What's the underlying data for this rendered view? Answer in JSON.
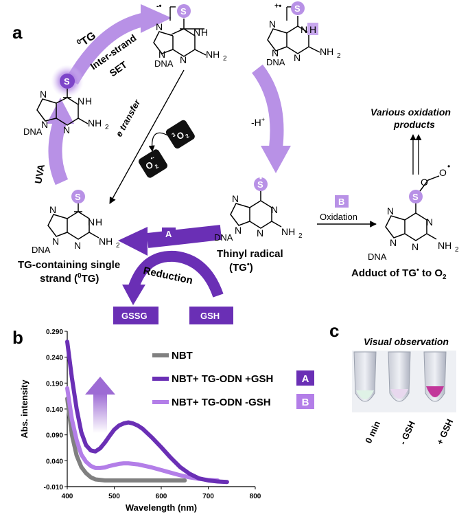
{
  "panel_a": {
    "letter": "a",
    "atom_s": "S",
    "atom_n": "N",
    "atom_h": "H",
    "nh2": "NH",
    "nh2_sub": "2",
    "dna": "DNA",
    "zero_tg": "TG",
    "zero_sup": "0",
    "inter_strand": "Inter-strand",
    "set": "SET",
    "uva": "UVA",
    "e_transfer": "e transfer",
    "o2_pre": "3",
    "o2": "O",
    "o2_sub": "2",
    "superoxide": "O",
    "superoxide_sub": "2",
    "superoxide_sup": "•-",
    "minus_h": "-H",
    "minus_h_sup": "+",
    "radical_anion_charge": "-•",
    "radical_cation_charge": "+•",
    "tg_single_line1": "TG-containing single",
    "tg_single_line2a": "strand (",
    "tg_single_sup": "0",
    "tg_single_line2b": "TG)",
    "thinyl_line1": "Thinyl radical",
    "thinyl_line2": "(TG",
    "thinyl_dot": "•",
    "thinyl_close": ")",
    "oxidation": "Oxidation",
    "various_line1": "Various oxidation",
    "various_line2": "products",
    "adduct_text": "Adduct of TG",
    "adduct_dot": "•",
    "adduct_to": " to O",
    "adduct_sub": "2",
    "oo_o": "O",
    "oo_dot": "•",
    "reduction": "Reduction",
    "gssg": "GSSG",
    "gsh": "GSH",
    "badge_a": "A",
    "badge_b": "B"
  },
  "panel_b": {
    "letter": "b",
    "legend": [
      {
        "text": "NBT",
        "badge": "",
        "color": "#808080"
      },
      {
        "text": "NBT+  TG-ODN +GSH",
        "badge": "A",
        "color": "#6a2fb5"
      },
      {
        "text": "NBT+  TG-ODN  -GSH",
        "badge": "B",
        "color": "#b37ee8"
      }
    ]
  },
  "panel_c": {
    "letter": "c",
    "title": "Visual observation",
    "labels": [
      "0 min",
      "- GSH",
      "+ GSH"
    ]
  },
  "colors": {
    "purple_dark": "#6a2fb5",
    "purple_mid": "#9d6bd4",
    "purple_light": "#b891e6",
    "nbt_gray": "#808080"
  },
  "chart_data": {
    "type": "line",
    "title": "",
    "xlabel": "Wavelength (nm)",
    "ylabel": "Abs. intensity",
    "xlim": [
      400,
      800
    ],
    "ylim": [
      -0.01,
      0.29
    ],
    "xticks": [
      400,
      500,
      600,
      700,
      800
    ],
    "yticks": [
      -0.01,
      0.04,
      0.09,
      0.14,
      0.19,
      0.24,
      0.29
    ],
    "ytick_labels": [
      "-0.010",
      "0.040",
      "0.090",
      "0.140",
      "0.190",
      "0.240",
      "0.290"
    ],
    "xtick_labels": [
      "400",
      "500",
      "600",
      "700",
      "800"
    ],
    "grid": false,
    "legend_position": "top-right",
    "series": [
      {
        "name": "NBT",
        "color": "#808080",
        "x": [
          400,
          410,
          420,
          430,
          440,
          450,
          460,
          480,
          500,
          550,
          600,
          650
        ],
        "y": [
          0.16,
          0.09,
          0.05,
          0.028,
          0.016,
          0.008,
          0.004,
          0.002,
          0.002,
          0.002,
          0.002,
          0.002
        ]
      },
      {
        "name": "NBT+  TG-ODN  -GSH",
        "color": "#b37ee8",
        "x": [
          400,
          410,
          420,
          430,
          440,
          450,
          460,
          470,
          480,
          490,
          500,
          510,
          520,
          530,
          540,
          550,
          560,
          580,
          600,
          620,
          640,
          660,
          680,
          700,
          720
        ],
        "y": [
          0.18,
          0.12,
          0.08,
          0.052,
          0.038,
          0.03,
          0.026,
          0.026,
          0.027,
          0.03,
          0.032,
          0.034,
          0.035,
          0.035,
          0.034,
          0.033,
          0.031,
          0.027,
          0.022,
          0.017,
          0.012,
          0.008,
          0.005,
          0.003,
          0.002
        ]
      },
      {
        "name": "NBT+  TG-ODN +GSH",
        "color": "#6a2fb5",
        "x": [
          400,
          410,
          420,
          430,
          440,
          450,
          460,
          470,
          480,
          490,
          500,
          510,
          520,
          530,
          540,
          550,
          560,
          580,
          600,
          620,
          640,
          660,
          680,
          700,
          720,
          740
        ],
        "y": [
          0.27,
          0.2,
          0.14,
          0.095,
          0.07,
          0.06,
          0.058,
          0.064,
          0.075,
          0.088,
          0.1,
          0.108,
          0.112,
          0.114,
          0.112,
          0.108,
          0.102,
          0.085,
          0.066,
          0.046,
          0.028,
          0.015,
          0.006,
          0.002,
          0.0,
          -0.001
        ]
      }
    ]
  }
}
